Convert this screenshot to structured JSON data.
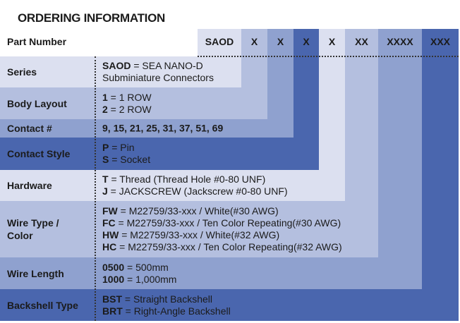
{
  "title": "ORDERING INFORMATION",
  "part_number_label": "Part Number",
  "colors": {
    "light": "#dce0f0",
    "mid": "#b4bfdf",
    "medium": "#8fa1cf",
    "dark": "#4a66ae"
  },
  "columns": [
    "SAOD",
    "X",
    "X",
    "X",
    "X",
    "XX",
    "XXXX",
    "XXX"
  ],
  "rows": [
    {
      "label": "Series",
      "lines": [
        {
          "code": "SAOD",
          "text": " = SEA NANO-D"
        },
        {
          "code": "",
          "text": "Subminiature Connectors"
        }
      ]
    },
    {
      "label": "Body Layout",
      "lines": [
        {
          "code": "1",
          "text": " = 1 ROW"
        },
        {
          "code": "2",
          "text": " = 2 ROW"
        }
      ]
    },
    {
      "label": "Contact #",
      "lines": [
        {
          "code": "9, 15, 21, 25, 31, 37, 51, 69",
          "text": ""
        }
      ]
    },
    {
      "label": "Contact Style",
      "lines": [
        {
          "code": "P",
          "text": " = Pin"
        },
        {
          "code": "S",
          "text": " = Socket"
        }
      ]
    },
    {
      "label": "Hardware",
      "lines": [
        {
          "code": "T",
          "text": " = Thread (Thread Hole #0-80 UNF)"
        },
        {
          "code": "J",
          "text": " = JACKSCREW (Jackscrew #0-80 UNF)"
        }
      ]
    },
    {
      "label": "Wire Type / Color",
      "lines": [
        {
          "code": "FW",
          "text": " = M22759/33-xxx / White(#30 AWG)"
        },
        {
          "code": "FC",
          "text": " = M22759/33-xxx / Ten Color Repeating(#30 AWG)"
        },
        {
          "code": "HW",
          "text": " = M22759/33-xxx / White(#32 AWG)"
        },
        {
          "code": "HC",
          "text": " = M22759/33-xxx / Ten Color Repeating(#32 AWG)"
        }
      ]
    },
    {
      "label": "Wire Length",
      "lines": [
        {
          "code": "0500",
          "text": " = 500mm"
        },
        {
          "code": "1000",
          "text": " = 1,000mm"
        }
      ]
    },
    {
      "label": "Backshell Type",
      "lines": [
        {
          "code": "BST",
          "text": " = Straight Backshell"
        },
        {
          "code": "BRT",
          "text": " = Right-Angle Backshell"
        }
      ]
    }
  ]
}
